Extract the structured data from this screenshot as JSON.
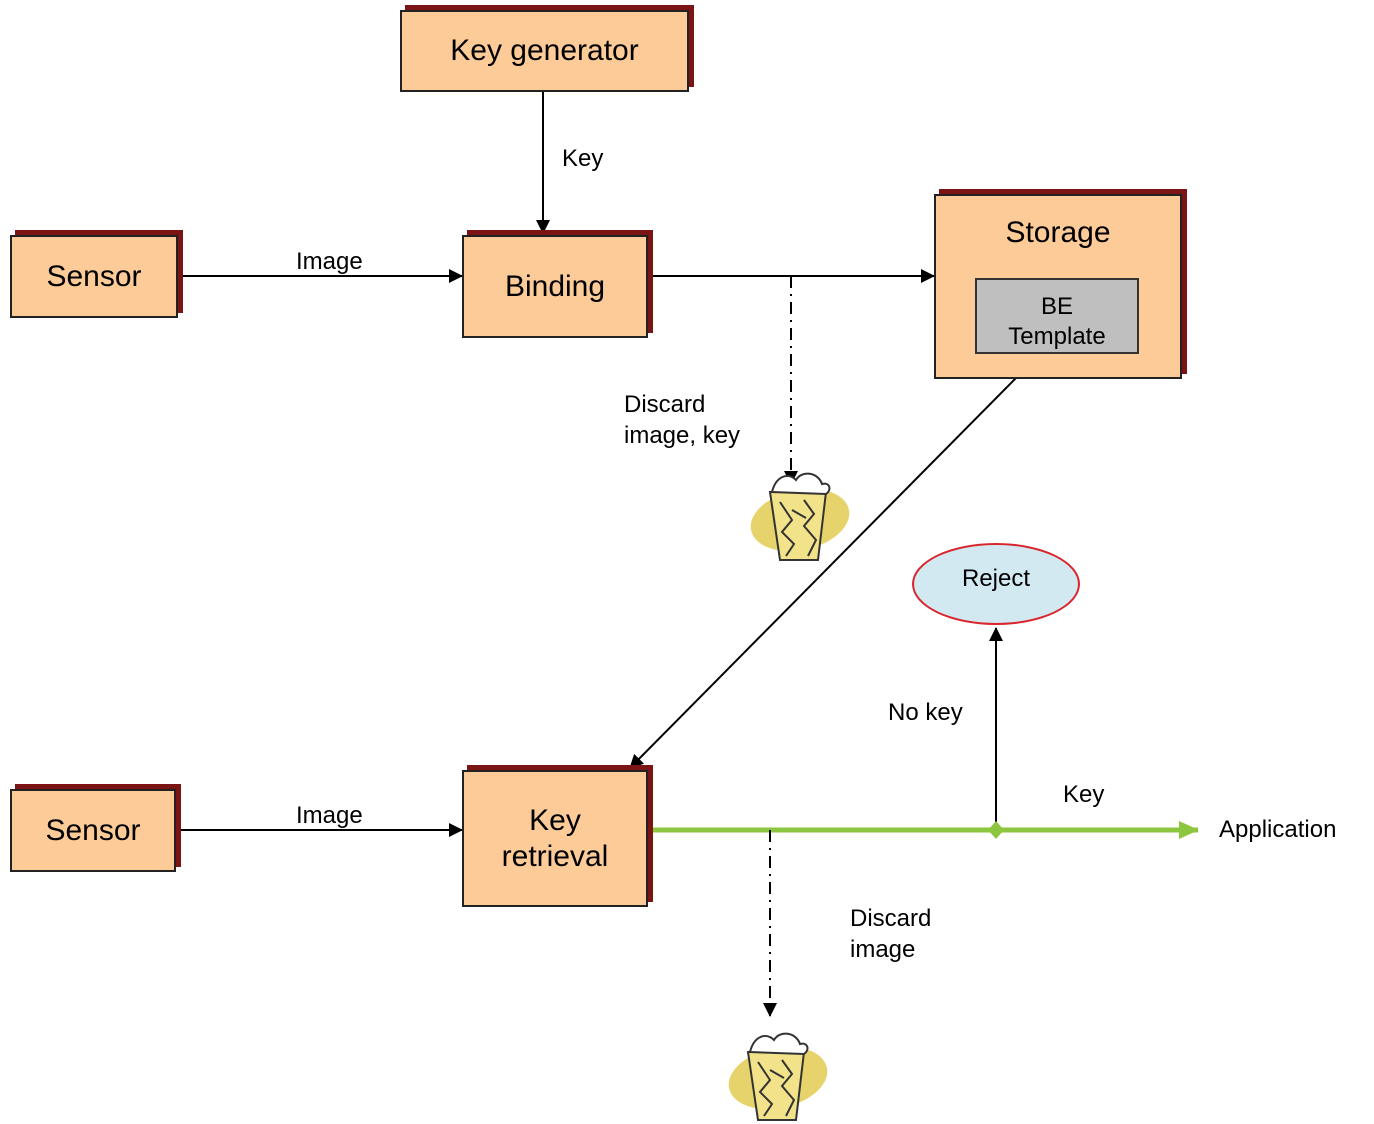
{
  "nodes": {
    "key_generator": "Key generator",
    "sensor_top": "Sensor",
    "binding": "Binding",
    "storage": "Storage",
    "be_template": "BE\nTemplate",
    "sensor_bottom": "Sensor",
    "key_retrieval": "Key\nretrieval",
    "reject": "Reject",
    "application": "Application"
  },
  "edge_labels": {
    "key_top": "Key",
    "image_top": "Image",
    "discard_image_key": "Discard\nimage, key",
    "image_bottom": "Image",
    "no_key": "No key",
    "key_bottom": "Key",
    "discard_image": "Discard\nimage"
  },
  "icons": {
    "bin_top": "trash-bin-icon",
    "bin_bottom": "trash-bin-icon"
  },
  "colors": {
    "box_fill": "#fccb98",
    "box_shadow": "#7b1414",
    "template_fill": "#bfbfbf",
    "reject_fill": "#d3e9f2",
    "reject_border": "#d9252b",
    "key_path": "#8cc63f",
    "bin_glow": "#e6d36b"
  }
}
